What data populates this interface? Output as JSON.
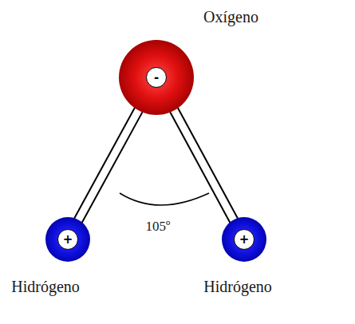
{
  "diagram": {
    "nodes": [
      {
        "text": [
          "Oxígeno",
          "-"
        ]
      },
      {
        "text": [
          "Hidrógeno",
          "+"
        ]
      },
      {
        "text": [
          "Hidrógeno",
          "+"
        ]
      }
    ],
    "edges": [
      {
        "from": 0,
        "to": 1,
        "arrow": "none"
      },
      {
        "from": 0,
        "to": 2,
        "arrow": "none"
      }
    ],
    "labels": [
      "105º"
    ]
  }
}
